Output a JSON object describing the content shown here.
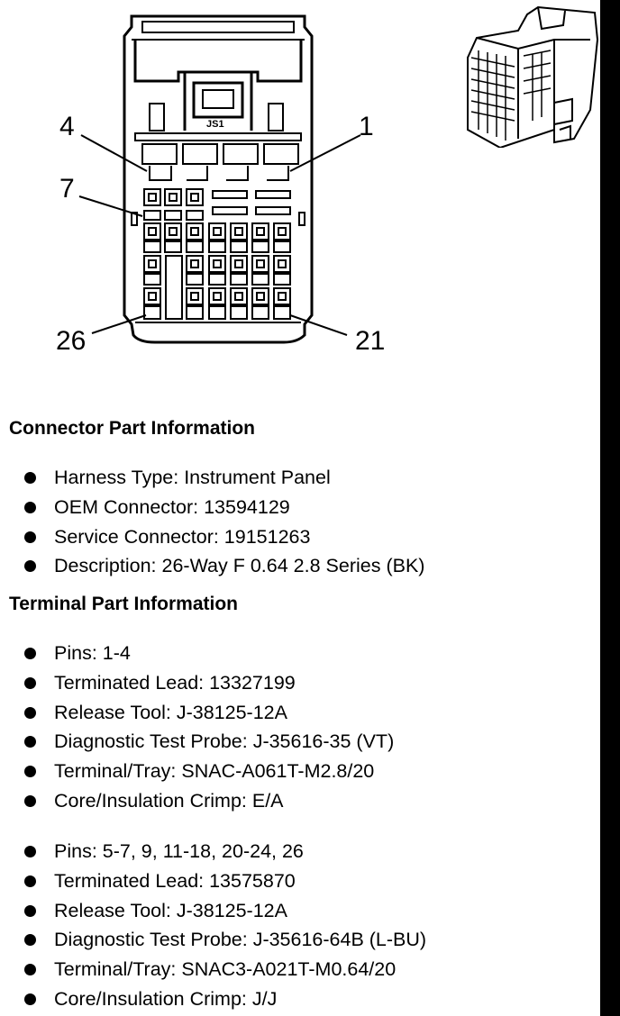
{
  "diagram": {
    "callouts": [
      "4",
      "1",
      "7",
      "26",
      "21"
    ],
    "housing_label": "JS1"
  },
  "connector_section": {
    "title": "Connector Part Information",
    "items": [
      "Harness Type: Instrument Panel",
      "OEM Connector: 13594129",
      "Service Connector: 19151263",
      "Description: 26-Way F 0.64 2.8 Series (BK)"
    ]
  },
  "terminal_section": {
    "title": "Terminal Part Information",
    "groups": [
      {
        "items": [
          "Pins: 1-4",
          "Terminated Lead: 13327199",
          "Release Tool: J-38125-12A",
          "Diagnostic Test Probe: J-35616-35 (VT)",
          "Terminal/Tray: SNAC-A061T-M2.8/20",
          "Core/Insulation Crimp: E/A"
        ]
      },
      {
        "items": [
          "Pins: 5-7, 9, 11-18, 20-24, 26",
          "Terminated Lead: 13575870",
          "Release Tool: J-38125-12A",
          "Diagnostic Test Probe: J-35616-64B (L-BU)",
          "Terminal/Tray: SNAC3-A021T-M0.64/20",
          "Core/Insulation Crimp: J/J"
        ]
      }
    ]
  }
}
